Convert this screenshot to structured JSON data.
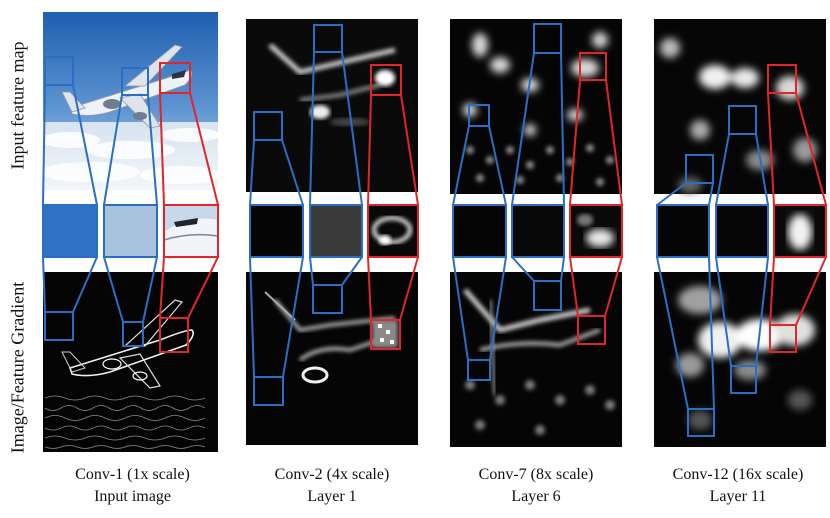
{
  "row_labels": {
    "top": "Input feature map",
    "bottom": "Image/Feature Gradient"
  },
  "columns": [
    {
      "title": "Conv-1 (1x scale)",
      "subtitle": "Input image"
    },
    {
      "title": "Conv-2 (4x scale)",
      "subtitle": "Layer 1"
    },
    {
      "title": "Conv-7 (8x scale)",
      "subtitle": "Layer 6"
    },
    {
      "title": "Conv-12 (16x scale)",
      "subtitle": "Layer 11"
    }
  ],
  "colors": {
    "highlight_blue": "#2a6fc4",
    "highlight_red": "#e0262a",
    "sky_top": "#1f5fb0",
    "sky_bottom": "#bcd2ea",
    "feature_bg": "#050505"
  }
}
